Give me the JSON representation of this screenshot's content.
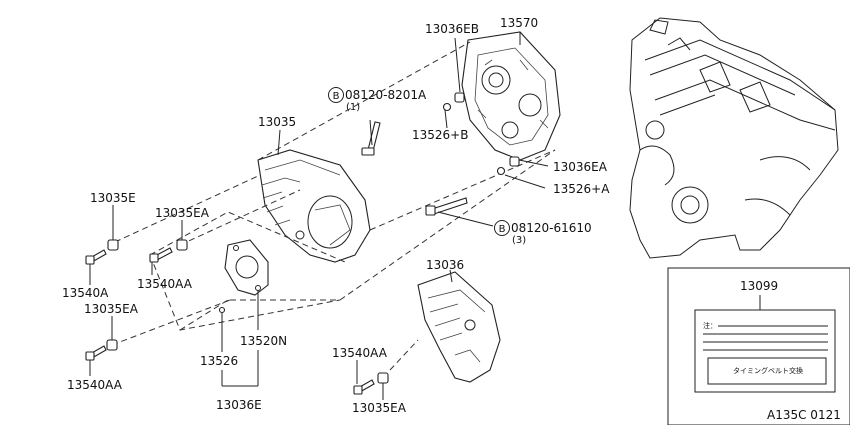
{
  "labels": {
    "p13036EB": "13036EB",
    "p13570": "13570",
    "bolt1_code": "08120-8201A",
    "bolt1_qty": "(1)",
    "p13035": "13035",
    "p13526B": "13526+B",
    "p13036EA": "13036EA",
    "p13526A": "13526+A",
    "bolt2_code": "08120-61610",
    "bolt2_qty": "(3)",
    "p13035E": "13035E",
    "p13035EA_top": "13035EA",
    "p13540AA_mid": "13540AA",
    "p13540A": "13540A",
    "p13035EA_left": "13035EA",
    "p13540AA_low": "13540AA",
    "p13526": "13526",
    "p13520N": "13520N",
    "p13036E": "13036E",
    "p13036": "13036",
    "p13540AA_right": "13540AA",
    "p13035EA_right": "13035EA",
    "p13099": "13099",
    "circle_b": "B",
    "label_note_prefix": "注：",
    "label_text": "タイミングベルト交換",
    "figure_code": "A135C 0121"
  }
}
